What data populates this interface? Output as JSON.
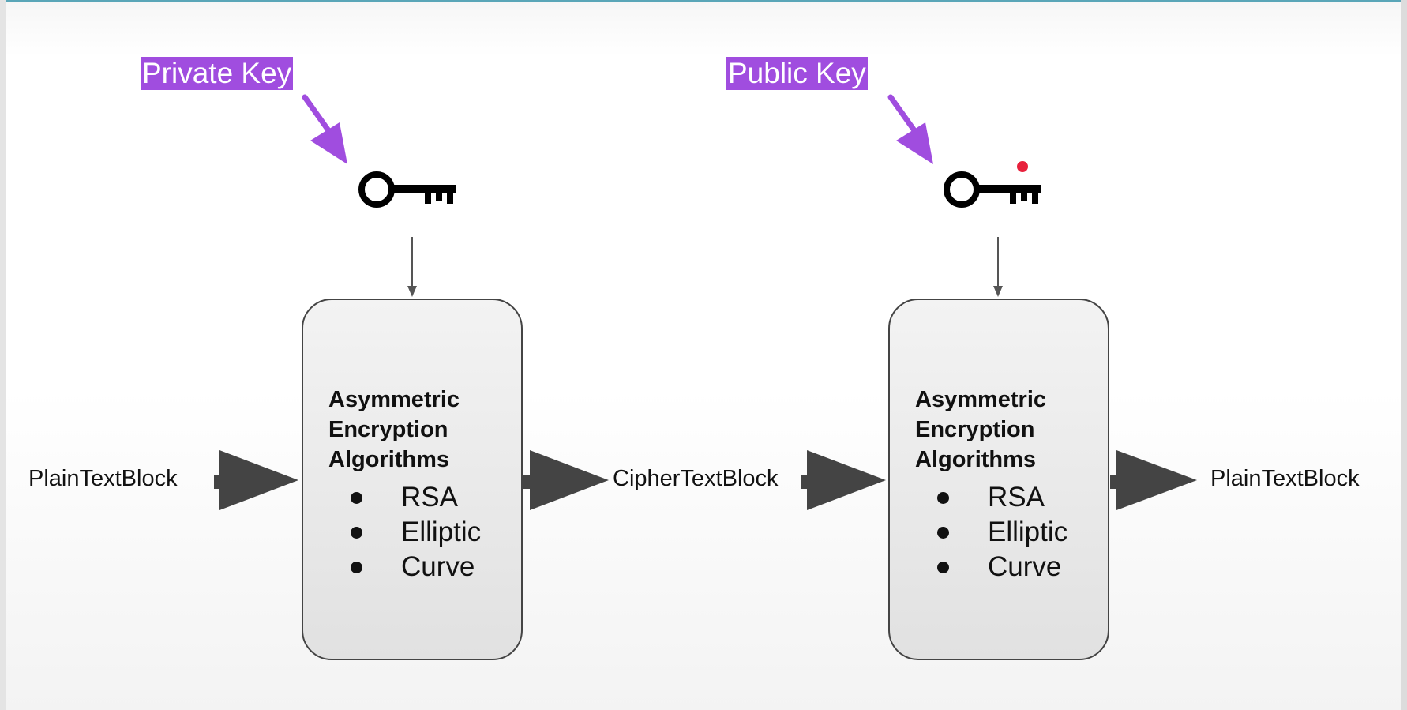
{
  "left": {
    "key_label": "Private Key",
    "algorithm_title": "Asymmetric Encryption Algorithms",
    "algorithms": [
      "RSA",
      "Elliptic",
      "Curve"
    ]
  },
  "right": {
    "key_label": "Public Key",
    "algorithm_title": "Asymmetric Encryption Algorithms",
    "algorithms": [
      "RSA",
      "Elliptic",
      "Curve"
    ]
  },
  "flow": {
    "input": "PlainTextBlock",
    "intermediate": "CipherTextBlock",
    "output": "PlainTextBlock"
  },
  "colors": {
    "highlight": "#a04ddf",
    "arrow": "#444444",
    "pointer_dot": "#e8213c"
  },
  "icons": {
    "left_key": "key-icon",
    "right_key": "key-icon"
  }
}
